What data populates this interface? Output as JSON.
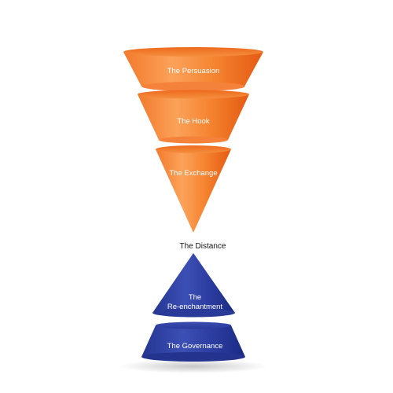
{
  "diagram": {
    "stages": [
      {
        "id": "persuasion",
        "label": "The Persuasion",
        "group": "funnel"
      },
      {
        "id": "hook",
        "label": "The Hook",
        "group": "funnel"
      },
      {
        "id": "exchange",
        "label": "The Exchange",
        "group": "funnel"
      },
      {
        "id": "distance",
        "label": "The Distance",
        "group": "gap"
      },
      {
        "id": "reenchantment",
        "label_line1": "The",
        "label_line2": "Re-enchantment",
        "group": "pyramid"
      },
      {
        "id": "governance",
        "label": "The Governance",
        "group": "pyramid"
      }
    ]
  },
  "colors": {
    "orange_light": "#fba25a",
    "orange_dark": "#ec6519",
    "orange_mid": "#f58430",
    "blue_light": "#3c4fb4",
    "blue_dark": "#1a2a83",
    "blue_mid": "#28399b",
    "middle_text": "#111111",
    "stage_text": "#ffffff"
  }
}
